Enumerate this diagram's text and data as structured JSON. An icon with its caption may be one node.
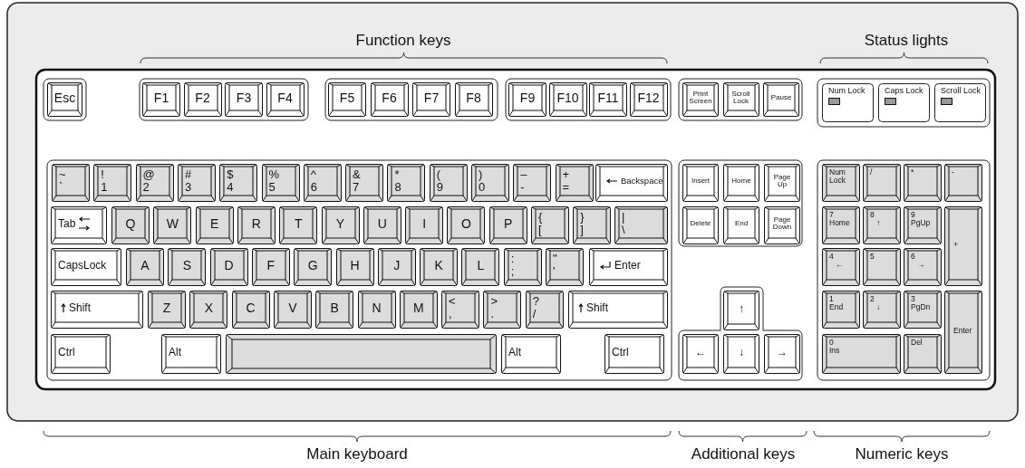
{
  "diagram": {
    "nodes": [
      {
        "text": [
          "Esc"
        ]
      },
      {
        "text": [
          "F1"
        ]
      },
      {
        "text": [
          "F2"
        ]
      },
      {
        "text": [
          "F3"
        ]
      },
      {
        "text": [
          "F4"
        ]
      },
      {
        "text": [
          "F5"
        ]
      },
      {
        "text": [
          "F6"
        ]
      },
      {
        "text": [
          "F7"
        ]
      },
      {
        "text": [
          "F8"
        ]
      },
      {
        "text": [
          "F9"
        ]
      },
      {
        "text": [
          "F10"
        ]
      },
      {
        "text": [
          "F11"
        ]
      },
      {
        "text": [
          "F12"
        ]
      },
      {
        "text": [
          "Print Screen"
        ]
      },
      {
        "text": [
          "Scroll Lock"
        ]
      },
      {
        "text": [
          "Pause"
        ]
      },
      {
        "text": [
          "Num Lock"
        ]
      },
      {
        "text": [
          "Caps Lock"
        ]
      },
      {
        "text": [
          "Scroll Lock"
        ]
      },
      {
        "text": [
          "~",
          "`"
        ]
      },
      {
        "text": [
          "!",
          "1"
        ]
      },
      {
        "text": [
          "@",
          "2"
        ]
      },
      {
        "text": [
          "#",
          "3"
        ]
      },
      {
        "text": [
          "$",
          "4"
        ]
      },
      {
        "text": [
          "%",
          "5"
        ]
      },
      {
        "text": [
          "^",
          "6"
        ]
      },
      {
        "text": [
          "&",
          "7"
        ]
      },
      {
        "text": [
          "*",
          "8"
        ]
      },
      {
        "text": [
          "(",
          "9"
        ]
      },
      {
        "text": [
          ")",
          "0"
        ]
      },
      {
        "text": [
          "–",
          "-"
        ]
      },
      {
        "text": [
          "+",
          "="
        ]
      },
      {
        "text": [
          "Backspace"
        ]
      },
      {
        "text": [
          "Insert"
        ]
      },
      {
        "text": [
          "Home"
        ]
      },
      {
        "text": [
          "Page Up"
        ]
      },
      {
        "text": [
          "Num Lock"
        ]
      },
      {
        "text": [
          "/"
        ]
      },
      {
        "text": [
          "*"
        ]
      },
      {
        "text": [
          "-"
        ]
      },
      {
        "text": [
          "Tab"
        ]
      },
      {
        "text": [
          "Q"
        ]
      },
      {
        "text": [
          "W"
        ]
      },
      {
        "text": [
          "E"
        ]
      },
      {
        "text": [
          "R"
        ]
      },
      {
        "text": [
          "T"
        ]
      },
      {
        "text": [
          "Y"
        ]
      },
      {
        "text": [
          "U"
        ]
      },
      {
        "text": [
          "I"
        ]
      },
      {
        "text": [
          "O"
        ]
      },
      {
        "text": [
          "P"
        ]
      },
      {
        "text": [
          "{",
          "["
        ]
      },
      {
        "text": [
          "}",
          "]"
        ]
      },
      {
        "text": [
          "|",
          "\\"
        ]
      },
      {
        "text": [
          "Delete"
        ]
      },
      {
        "text": [
          "End"
        ]
      },
      {
        "text": [
          "Page Down"
        ]
      },
      {
        "text": [
          "7",
          "Home"
        ]
      },
      {
        "text": [
          "8",
          "↑"
        ]
      },
      {
        "text": [
          "9",
          "PgUp"
        ]
      },
      {
        "text": [
          "+"
        ]
      },
      {
        "text": [
          "CapsLock"
        ]
      },
      {
        "text": [
          "A"
        ]
      },
      {
        "text": [
          "S"
        ]
      },
      {
        "text": [
          "D"
        ]
      },
      {
        "text": [
          "F"
        ]
      },
      {
        "text": [
          "G"
        ]
      },
      {
        "text": [
          "H"
        ]
      },
      {
        "text": [
          "J"
        ]
      },
      {
        "text": [
          "K"
        ]
      },
      {
        "text": [
          "L"
        ]
      },
      {
        "text": [
          ":",
          ";"
        ]
      },
      {
        "text": [
          "\"",
          "'"
        ]
      },
      {
        "text": [
          "Enter"
        ]
      },
      {
        "text": [
          "4",
          "←"
        ]
      },
      {
        "text": [
          "5"
        ]
      },
      {
        "text": [
          "6",
          "→"
        ]
      },
      {
        "text": [
          "Shift"
        ]
      },
      {
        "text": [
          "Z"
        ]
      },
      {
        "text": [
          "X"
        ]
      },
      {
        "text": [
          "C"
        ]
      },
      {
        "text": [
          "V"
        ]
      },
      {
        "text": [
          "B"
        ]
      },
      {
        "text": [
          "N"
        ]
      },
      {
        "text": [
          "M"
        ]
      },
      {
        "text": [
          "<",
          ","
        ]
      },
      {
        "text": [
          ">",
          "."
        ]
      },
      {
        "text": [
          "?",
          "/"
        ]
      },
      {
        "text": [
          "Shift"
        ]
      },
      {
        "text": [
          "↑"
        ]
      },
      {
        "text": [
          "1",
          "End"
        ]
      },
      {
        "text": [
          "2",
          "↓"
        ]
      },
      {
        "text": [
          "3",
          "PgDn"
        ]
      },
      {
        "text": [
          "Enter"
        ]
      },
      {
        "text": [
          "Ctrl"
        ]
      },
      {
        "text": [
          "Alt"
        ]
      },
      {
        "text": [],
        "shape": "bar"
      },
      {
        "text": [
          "Alt"
        ]
      },
      {
        "text": [
          "Ctrl"
        ]
      },
      {
        "text": [
          "←"
        ]
      },
      {
        "text": [
          "↓"
        ]
      },
      {
        "text": [
          "→"
        ]
      },
      {
        "text": [
          "0",
          "Ins"
        ]
      },
      {
        "text": [
          "Del"
        ]
      }
    ],
    "labels": [
      "Function keys",
      "Status lights",
      "Main keyboard",
      "Additional keys",
      "Numeric keys"
    ]
  }
}
